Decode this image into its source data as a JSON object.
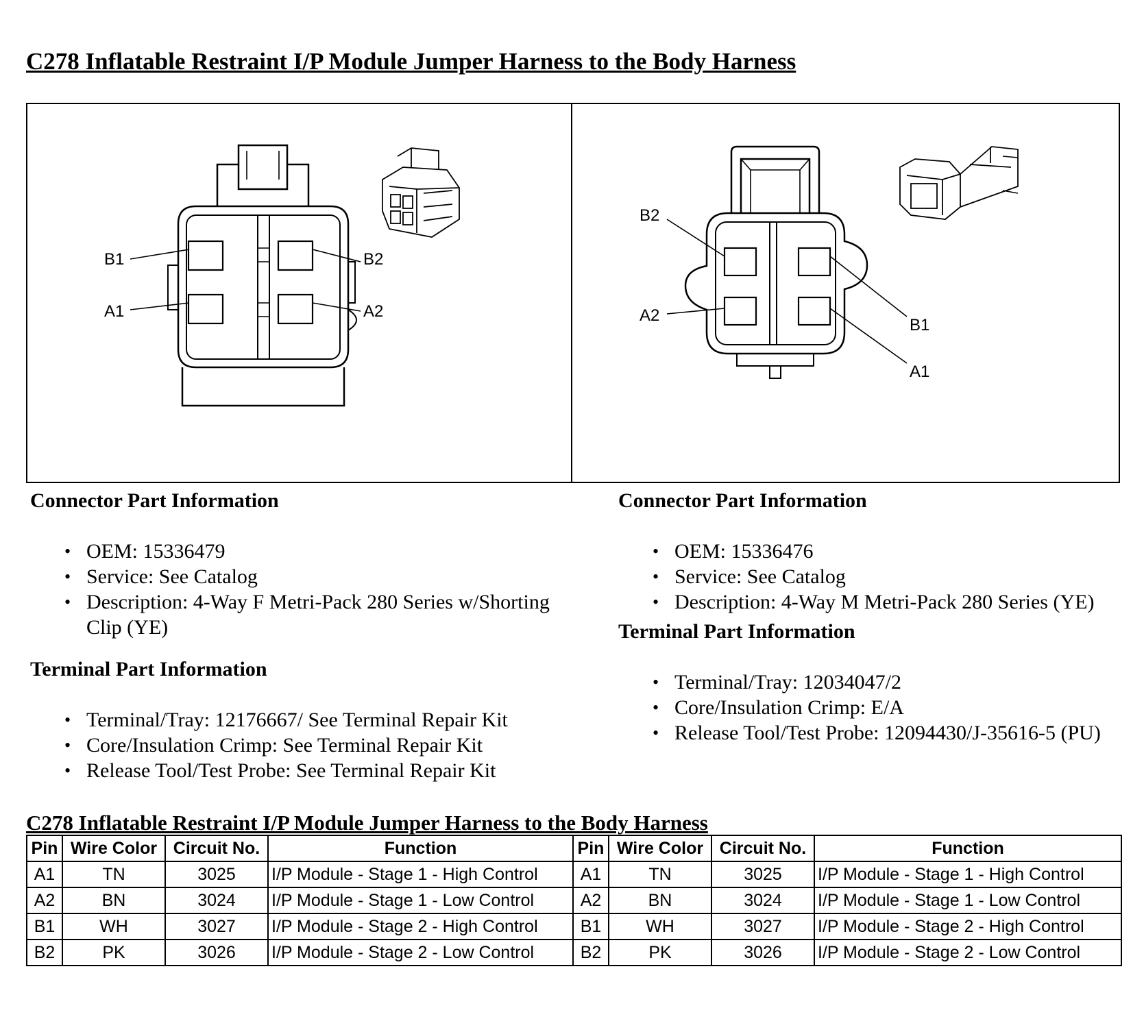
{
  "title": "C278 Inflatable Restraint I/P Module Jumper Harness to the Body Harness",
  "diagram": {
    "left_labels": {
      "b1": "B1",
      "b2": "B2",
      "a1": "A1",
      "a2": "A2"
    },
    "right_labels": {
      "b1": "B1",
      "b2": "B2",
      "a1": "A1",
      "a2": "A2"
    }
  },
  "left_info": {
    "connector_heading": "Connector Part Information",
    "connector_items": [
      "OEM: 15336479",
      "Service: See Catalog",
      "Description: 4-Way F Metri-Pack 280 Series w/Shorting Clip (YE)"
    ],
    "terminal_heading": "Terminal Part Information",
    "terminal_items": [
      "Terminal/Tray: 12176667/ See Terminal Repair Kit",
      "Core/Insulation Crimp: See Terminal Repair Kit",
      "Release Tool/Test Probe: See Terminal Repair Kit"
    ]
  },
  "right_info": {
    "connector_heading": "Connector Part Information",
    "connector_items": [
      "OEM: 15336476",
      "Service: See Catalog",
      "Description: 4-Way M Metri-Pack 280 Series (YE)"
    ],
    "terminal_heading": "Terminal Part Information",
    "terminal_items": [
      "Terminal/Tray: 12034047/2",
      "Core/Insulation Crimp: E/A",
      "Release Tool/Test Probe: 12094430/J-35616-5 (PU)"
    ]
  },
  "table": {
    "title": "C278 Inflatable Restraint I/P Module Jumper Harness to the Body Harness",
    "headers": [
      "Pin",
      "Wire Color",
      "Circuit No.",
      "Function",
      "Pin",
      "Wire Color",
      "Circuit No.",
      "Function"
    ],
    "rows": [
      [
        "A1",
        "TN",
        "3025",
        "I/P Module - Stage 1 - High Control",
        "A1",
        "TN",
        "3025",
        "I/P Module - Stage 1 - High Control"
      ],
      [
        "A2",
        "BN",
        "3024",
        "I/P Module - Stage 1 - Low Control",
        "A2",
        "BN",
        "3024",
        "I/P Module - Stage 1 - Low Control"
      ],
      [
        "B1",
        "WH",
        "3027",
        "I/P Module - Stage 2 - High Control",
        "B1",
        "WH",
        "3027",
        "I/P Module - Stage 2 - High Control"
      ],
      [
        "B2",
        "PK",
        "3026",
        "I/P Module - Stage 2 - Low Control",
        "B2",
        "PK",
        "3026",
        "I/P Module - Stage 2 - Low Control"
      ]
    ]
  }
}
